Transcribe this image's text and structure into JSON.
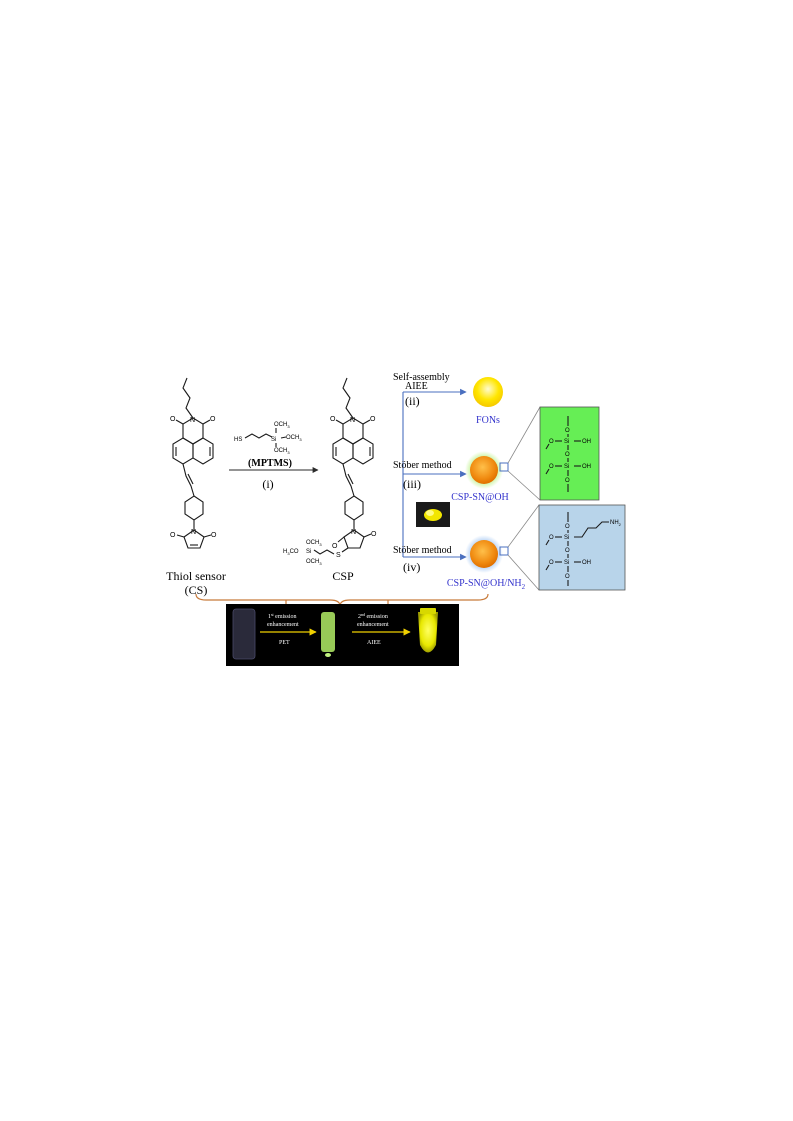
{
  "labels": {
    "mptms": "(MPTMS)",
    "step_i": "(i)",
    "step_ii": "(ii)",
    "step_iii": "(iii)",
    "step_iv": "(iv)",
    "self_assembly": "Self-assembly",
    "aiee_top": "AIEE",
    "stober_1": "Stöber method",
    "stober_2": "Stöber method",
    "thiol_sensor": "Thiol sensor",
    "cs": "(CS)",
    "csp": "CSP",
    "fons": "FONs",
    "csp_sn_oh": "CSP-SN@OH",
    "csp_sn_oh_nh2": "CSP-SN@OH/NH",
    "nh2_sub": "2"
  },
  "chem": {
    "hs": "HS",
    "och3": "OCH",
    "sub3": "3",
    "si": "Si",
    "h3co": "H",
    "o": "O",
    "n": "N",
    "s": "S",
    "oh": "OH",
    "nh2": "NH"
  },
  "photo": {
    "first_emission": "1st emission",
    "first_sup": "st",
    "second_sup": "nd",
    "emission": "emission",
    "enhancement": "enhancement",
    "pet": "PET",
    "aiee": "AIEE",
    "one": "1",
    "two": "2"
  },
  "colors": {
    "green_box": "#66ee55",
    "blue_box": "#b8d4ea",
    "orange_core": "#f08a10",
    "yellow_fons": "#ffe600",
    "brace": "#c87a3a",
    "arrow_blue": "#4a6fbf",
    "label_blue": "#3333cc"
  }
}
